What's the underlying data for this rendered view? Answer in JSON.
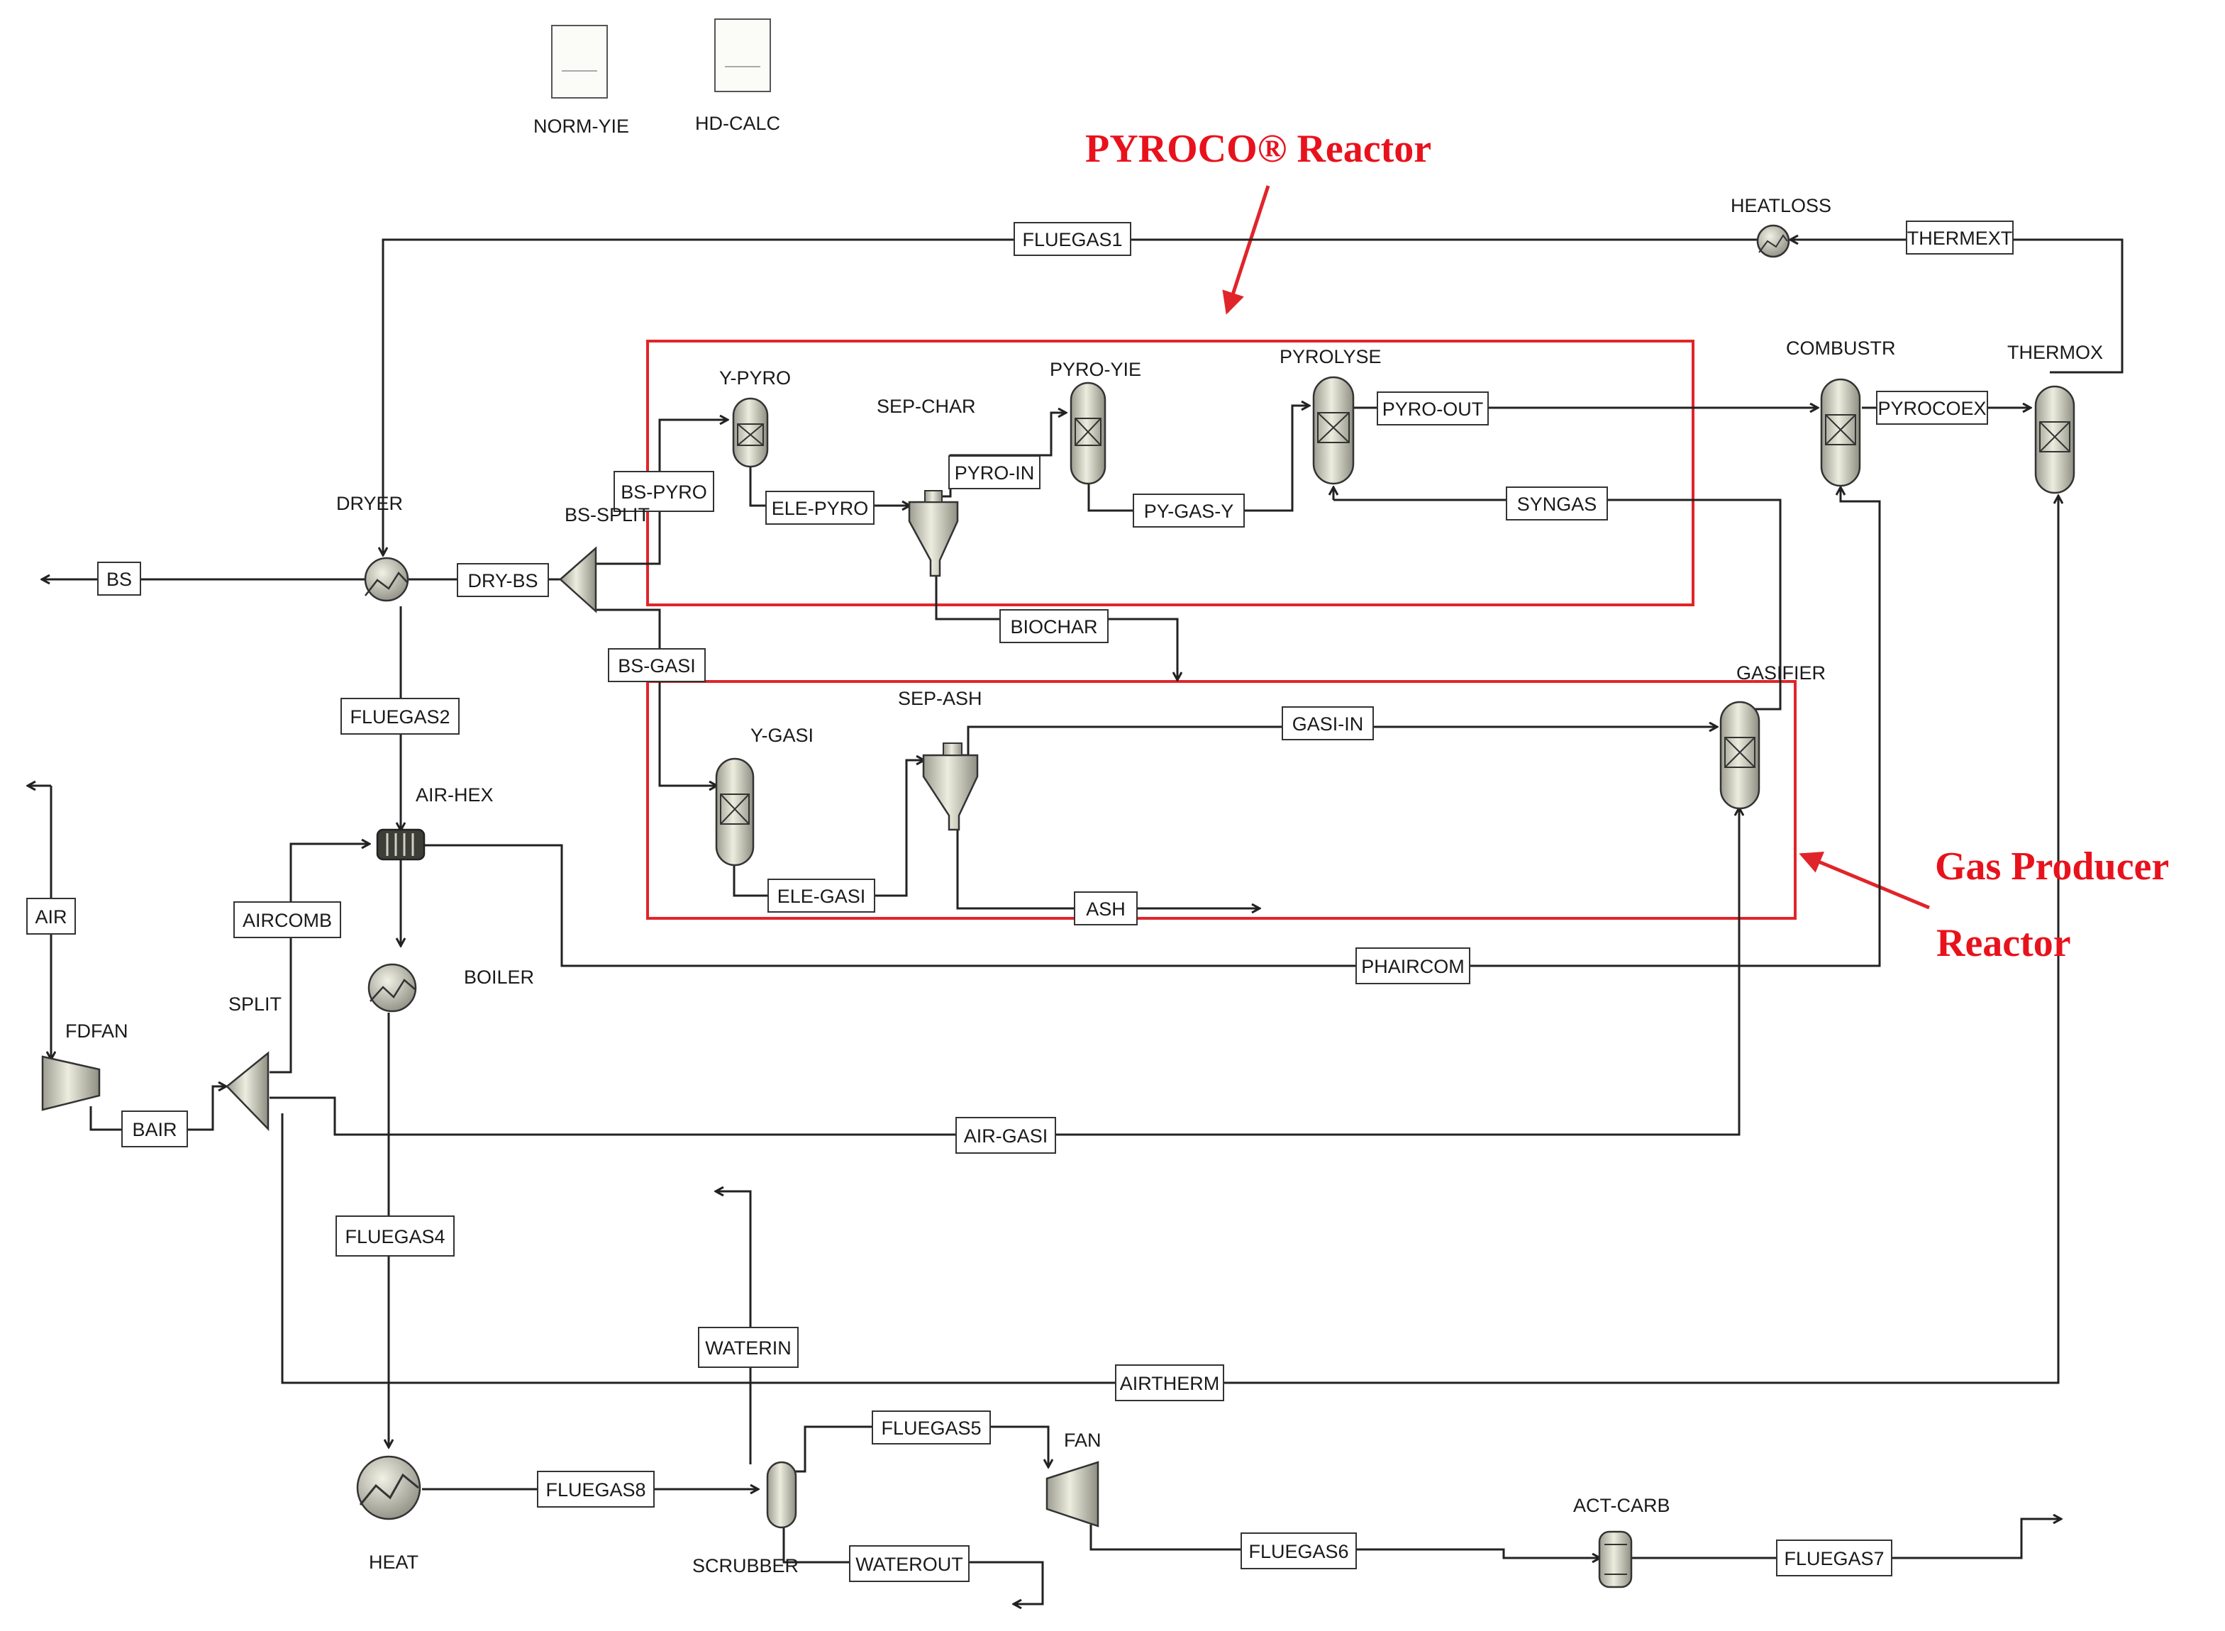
{
  "annotations": {
    "pyroco_reactor": "PYROCO® Reactor",
    "gas_producer_line1": "Gas Producer",
    "gas_producer_line2": "Reactor"
  },
  "blocks": {
    "norm_yie": "NORM-YIE",
    "hd_calc": "HD-CALC",
    "dryer": "DRYER",
    "bs_split": "BS-SPLIT",
    "y_pyro": "Y-PYRO",
    "sep_char": "SEP-CHAR",
    "pyro_yie": "PYRO-YIE",
    "pyrolyse": "PYROLYSE",
    "combustr": "COMBUSTR",
    "thermox": "THERMOX",
    "heatloss": "HEATLOSS",
    "gasifier": "GASIFIER",
    "y_gasi": "Y-GASI",
    "sep_ash": "SEP-ASH",
    "air_hex": "AIR-HEX",
    "boiler": "BOILER",
    "split": "SPLIT",
    "fdfan": "FDFAN",
    "heat": "HEAT",
    "scrubber": "SCRUBBER",
    "fan": "FAN",
    "act_carb": "ACT-CARB"
  },
  "streams": {
    "fluegas1": "FLUEGAS1",
    "thermext": "THERMEXT",
    "bs": "BS",
    "dry_bs": "DRY-BS",
    "bs_pyro": "BS-PYRO",
    "ele_pyro": "ELE-PYRO",
    "pyro_in": "PYRO-IN",
    "py_gas_y": "PY-GAS-Y",
    "pyro_out": "PYRO-OUT",
    "syngas": "SYNGAS",
    "pyrocoex": "PYROCOEX",
    "biochar": "BIOCHAR",
    "bs_gasi": "BS-GASI",
    "gasi_in": "GASI-IN",
    "ele_gasi": "ELE-GASI",
    "ash": "ASH",
    "fluegas2": "FLUEGAS2",
    "air": "AIR",
    "aircomb": "AIRCOMB",
    "phaircom": "PHAIRCOM",
    "bair": "BAIR",
    "air_gasi": "AIR-GASI",
    "fluegas4": "FLUEGAS4",
    "airtherm": "AIRTHERM",
    "waterin": "WATERIN",
    "fluegas5": "FLUEGAS5",
    "fluegas8": "FLUEGAS8",
    "waterout": "WATEROUT",
    "fluegas6": "FLUEGAS6",
    "fluegas7": "FLUEGAS7"
  },
  "colors": {
    "annotation_red": "#e8121c",
    "equipment_fill": "#d6d6c8",
    "line": "#222222"
  }
}
